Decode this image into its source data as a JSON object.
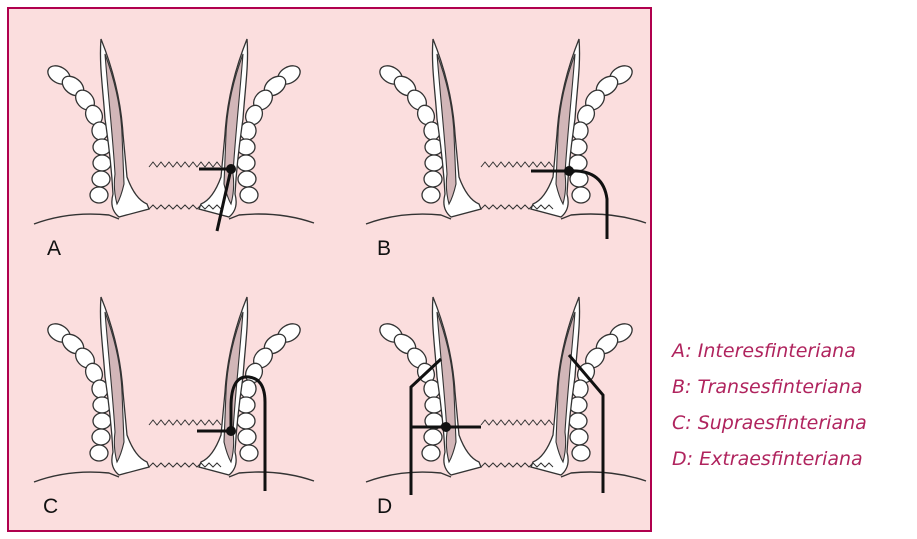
{
  "panels": [
    {
      "letter": "A",
      "type": "intersphincteric"
    },
    {
      "letter": "B",
      "type": "transsphincteric"
    },
    {
      "letter": "C",
      "type": "suprasphincteric"
    },
    {
      "letter": "D",
      "type": "extrasphincteric"
    }
  ],
  "legend": [
    "A: Interesfinteriana",
    "B: Transesfinteriana",
    "C: Supraesfinteriana",
    "D: Extraesfinteriana"
  ],
  "colors": {
    "frame_border": "#b0004e",
    "frame_background": "#fbdede",
    "legend_text": "#b0245e",
    "tissue_fill": "#d2b6b8",
    "line": "#111111"
  }
}
